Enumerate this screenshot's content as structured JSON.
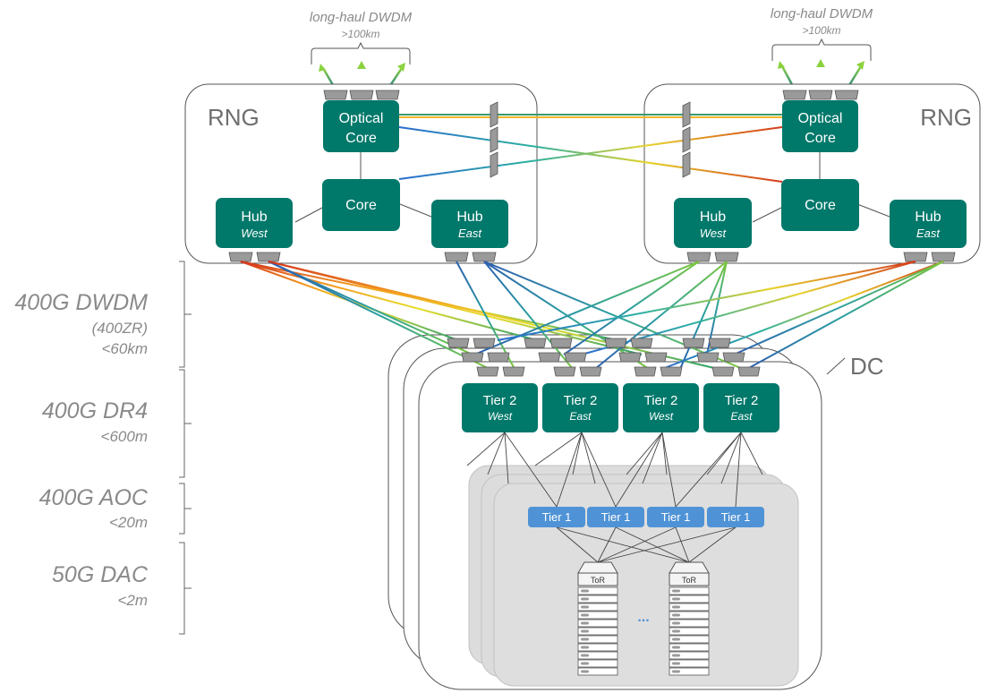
{
  "top_left_label": {
    "title": "long-haul DWDM",
    "distance": ">100km"
  },
  "top_right_label": {
    "title": "long-haul DWDM",
    "distance": ">100km"
  },
  "rng_left": {
    "title": "RNG",
    "optical_core": [
      "Optical",
      "Core"
    ],
    "core": "Core",
    "hub_west": {
      "name": "Hub",
      "side": "West"
    },
    "hub_east": {
      "name": "Hub",
      "side": "East"
    }
  },
  "rng_right": {
    "title": "RNG",
    "optical_core": [
      "Optical",
      "Core"
    ],
    "core": "Core",
    "hub_west": {
      "name": "Hub",
      "side": "West"
    },
    "hub_east": {
      "name": "Hub",
      "side": "East"
    }
  },
  "dc": {
    "title": "DC",
    "tier2": [
      {
        "name": "Tier 2",
        "side": "West"
      },
      {
        "name": "Tier 2",
        "side": "East"
      },
      {
        "name": "Tier 2",
        "side": "West"
      },
      {
        "name": "Tier 2",
        "side": "East"
      }
    ],
    "tier1": [
      "Tier 1",
      "Tier 1",
      "Tier 1",
      "Tier 1"
    ],
    "tor": [
      "ToR",
      "ToR"
    ],
    "ellipsis": "..."
  },
  "link_types": [
    {
      "name": "400G DWDM",
      "lines": [
        "(400ZR)",
        "<60km"
      ]
    },
    {
      "name": "400G DR4",
      "lines": [
        "<600m"
      ]
    },
    {
      "name": "400G AOC",
      "lines": [
        "<20m"
      ]
    },
    {
      "name": "50G DAC",
      "lines": [
        "<2m"
      ]
    }
  ],
  "colors": {
    "box_green": "#00786a",
    "tier1_blue": "#4f93d6",
    "gray_label": "#8a8a8a",
    "transceiver_gray": "#9a9a9a",
    "dc_pod_bg": "#dedede"
  }
}
